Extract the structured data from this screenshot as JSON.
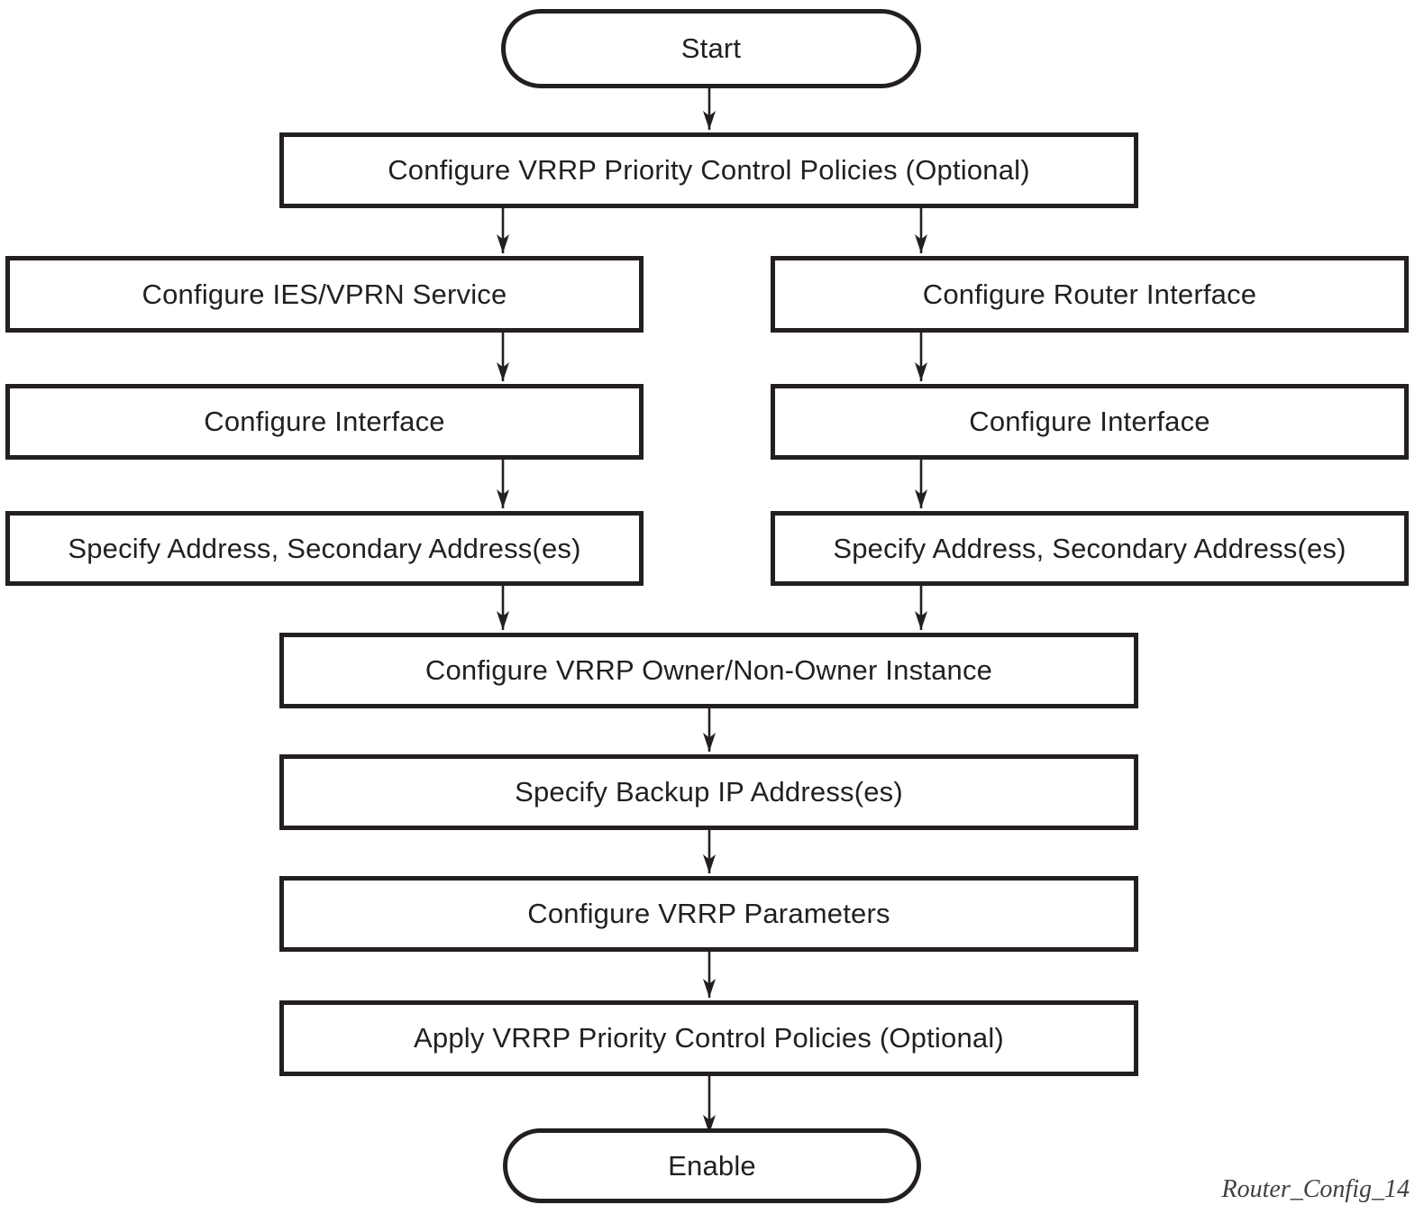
{
  "figure": {
    "type": "flowchart",
    "caption": "Router_Config_14",
    "colors": {
      "line": "#231f20",
      "background": "#ffffff",
      "caption": "#414042"
    },
    "nodes": {
      "start": "Start",
      "configure_vrrp_priority_policies": "Configure VRRP Priority Control Policies (Optional)",
      "configure_ies_vprn_service": "Configure IES/VPRN Service",
      "configure_router_interface": "Configure Router Interface",
      "configure_interface_left": "Configure Interface",
      "configure_interface_right": "Configure Interface",
      "specify_address_left": "Specify Address, Secondary Address(es)",
      "specify_address_right": "Specify Address, Secondary Address(es)",
      "configure_vrrp_owner_instance": "Configure VRRP Owner/Non-Owner Instance",
      "specify_backup_ip": "Specify Backup IP Address(es)",
      "configure_vrrp_parameters": "Configure VRRP Parameters",
      "apply_vrrp_priority_policies": "Apply VRRP Priority Control Policies (Optional)",
      "enable": "Enable"
    },
    "edges": [
      {
        "from": "start",
        "to": "configure_vrrp_priority_policies"
      },
      {
        "from": "configure_vrrp_priority_policies",
        "to": "configure_ies_vprn_service"
      },
      {
        "from": "configure_vrrp_priority_policies",
        "to": "configure_router_interface"
      },
      {
        "from": "configure_ies_vprn_service",
        "to": "configure_interface_left"
      },
      {
        "from": "configure_router_interface",
        "to": "configure_interface_right"
      },
      {
        "from": "configure_interface_left",
        "to": "specify_address_left"
      },
      {
        "from": "configure_interface_right",
        "to": "specify_address_right"
      },
      {
        "from": "specify_address_left",
        "to": "configure_vrrp_owner_instance"
      },
      {
        "from": "specify_address_right",
        "to": "configure_vrrp_owner_instance"
      },
      {
        "from": "configure_vrrp_owner_instance",
        "to": "specify_backup_ip"
      },
      {
        "from": "specify_backup_ip",
        "to": "configure_vrrp_parameters"
      },
      {
        "from": "configure_vrrp_parameters",
        "to": "apply_vrrp_priority_policies"
      },
      {
        "from": "apply_vrrp_priority_policies",
        "to": "enable"
      }
    ]
  }
}
